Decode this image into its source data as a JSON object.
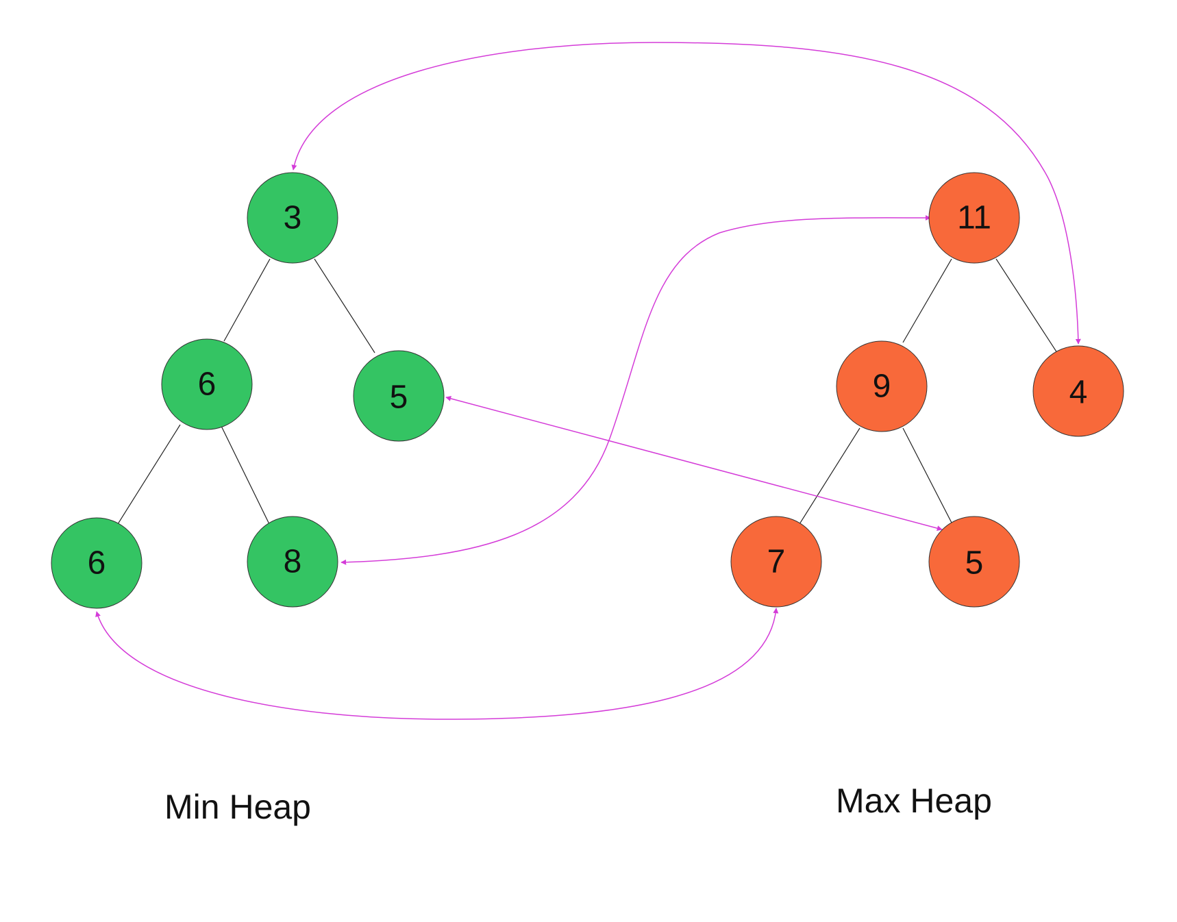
{
  "colors": {
    "min_node": "#34c463",
    "max_node": "#f8693a",
    "link": "#d43bd8",
    "edge": "#222222"
  },
  "min_heap": {
    "caption": "Min Heap",
    "nodes": {
      "root": "3",
      "left": "6",
      "right": "5",
      "left_left": "6",
      "left_right": "8"
    }
  },
  "max_heap": {
    "caption": "Max Heap",
    "nodes": {
      "root": "11",
      "left": "9",
      "right": "4",
      "left_left": "7",
      "left_right": "5"
    }
  }
}
